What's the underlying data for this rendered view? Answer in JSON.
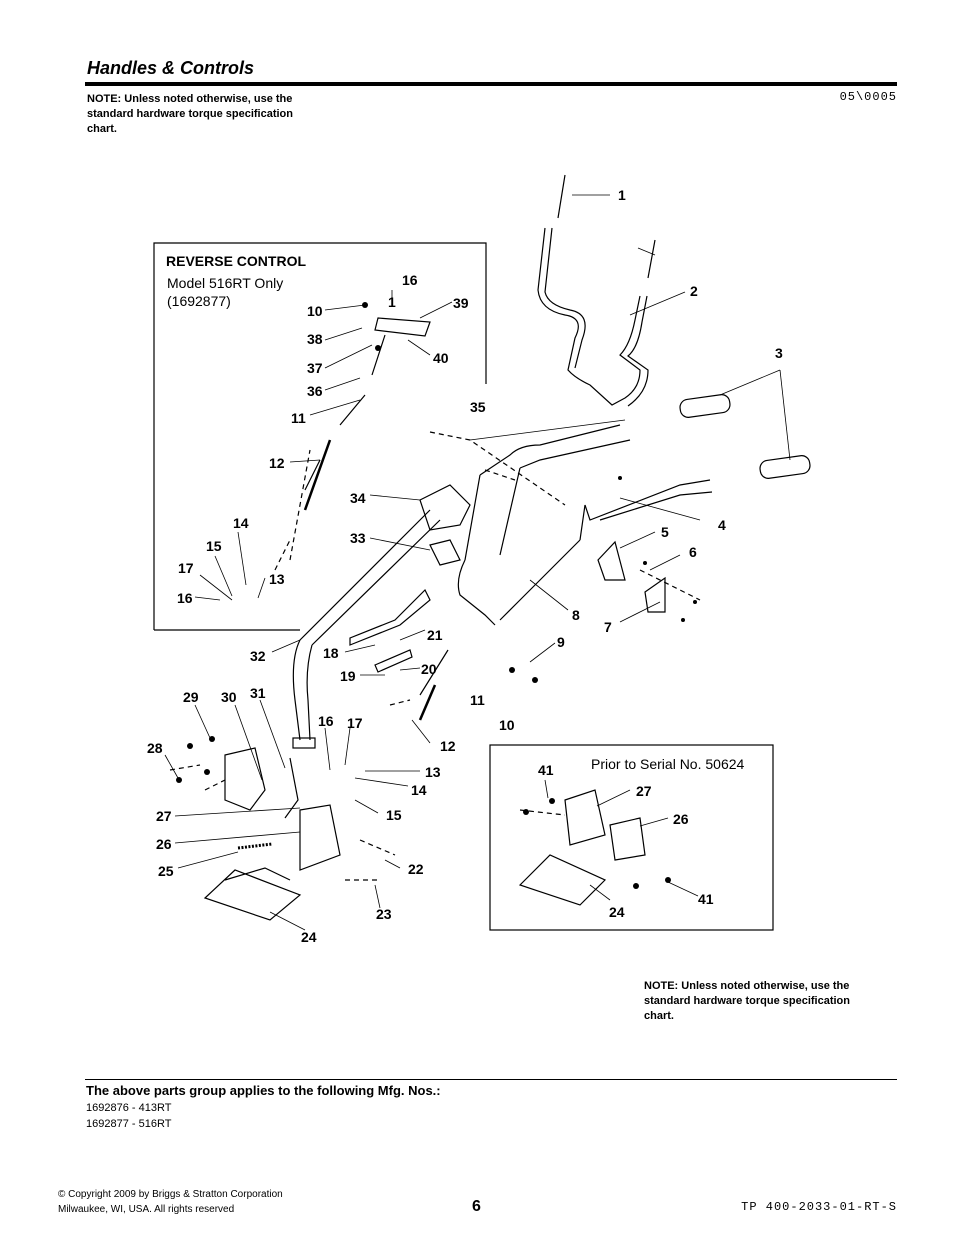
{
  "header": {
    "title": "Handles & Controls",
    "note": "NOTE: Unless noted otherwise, use the standard hardware torque specification chart.",
    "code": "05\\0005"
  },
  "diagram": {
    "reverse_box": {
      "title": "REVERSE CONTROL",
      "line1": "Model 516RT Only",
      "line2": "(1692877)",
      "callouts": [
        "16",
        "1",
        "10",
        "39",
        "38",
        "40",
        "37",
        "36",
        "11",
        "12",
        "14",
        "15",
        "17",
        "13",
        "16"
      ]
    },
    "main_callouts": [
      "1",
      "2",
      "3",
      "35",
      "4",
      "34",
      "33",
      "5",
      "6",
      "7",
      "8",
      "32",
      "18",
      "21",
      "9",
      "19",
      "20",
      "29",
      "30",
      "31",
      "11",
      "10",
      "28",
      "16",
      "17",
      "12",
      "13",
      "14",
      "27",
      "15",
      "26",
      "22",
      "25",
      "23",
      "24"
    ],
    "prior_box": {
      "title": "Prior to Serial No. 50624",
      "callouts": [
        "41",
        "27",
        "26",
        "24",
        "41"
      ]
    }
  },
  "note_bottom": "NOTE: Unless noted otherwise, use the standard hardware torque specification chart.",
  "footer": {
    "applies_heading": "The above parts group applies to the following Mfg. Nos.:",
    "mfg_numbers": [
      "1692876 - 413RT",
      "1692877 - 516RT"
    ],
    "copyright_line1": "© Copyright  2009 by Briggs & Stratton Corporation",
    "copyright_line2": "Milwaukee, WI, USA. All rights reserved",
    "page_number": "6",
    "doc_id": "TP 400-2033-01-RT-S"
  }
}
